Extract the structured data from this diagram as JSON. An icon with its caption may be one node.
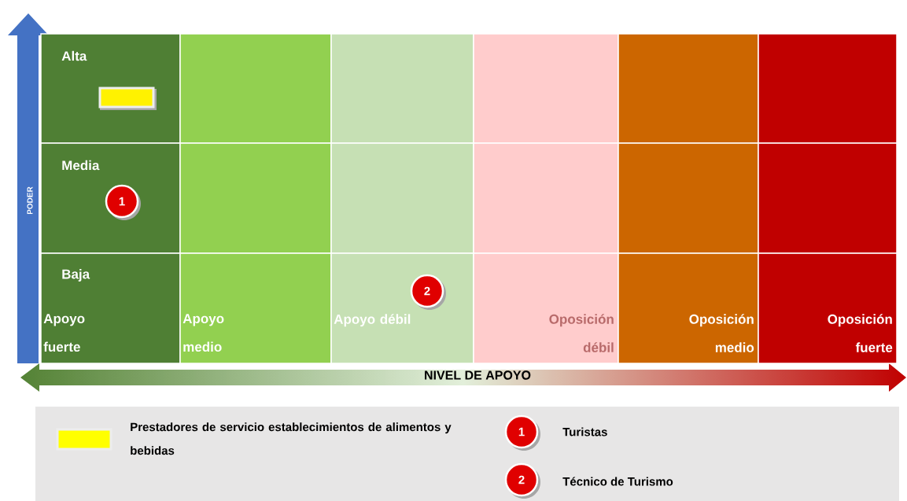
{
  "diagram": {
    "nodes": [
      {
        "text": [
          "Alta"
        ]
      },
      {
        "text": [],
        "shape": "box"
      },
      {
        "text": [],
        "shape": "box"
      },
      {
        "text": [],
        "shape": "box"
      },
      {
        "text": [],
        "shape": "box"
      },
      {
        "text": [],
        "shape": "box"
      },
      {
        "text": [
          "Media"
        ]
      },
      {
        "text": [],
        "shape": "box"
      },
      {
        "text": [],
        "shape": "box"
      },
      {
        "text": [],
        "shape": "box"
      },
      {
        "text": [],
        "shape": "box"
      },
      {
        "text": [],
        "shape": "box"
      },
      {
        "text": [
          "Baja",
          "Apoyo fuerte"
        ]
      },
      {
        "text": [
          "Apoyo medio"
        ]
      },
      {
        "text": [
          "Apoyo débil"
        ]
      },
      {
        "text": [
          "Oposición débil"
        ]
      },
      {
        "text": [
          "Oposición medio"
        ]
      },
      {
        "text": [
          "Oposición fuerte"
        ]
      },
      {
        "text": [],
        "shape": "box",
        "in": 0
      },
      {
        "text": [
          "1"
        ],
        "in": 6
      },
      {
        "text": [
          "2"
        ],
        "in": 14
      },
      {
        "text": [
          "1"
        ]
      },
      {
        "text": [
          "2"
        ]
      }
    ],
    "labels": [
      "PODER",
      "NIVEL DE APOYO"
    ],
    "legend": [
      {
        "text": "Prestadores de servicio establecimientos de alimentos y bebidas",
        "color": "#ffff00"
      },
      {
        "text": "Turistas"
      },
      {
        "text": "Técnico de Turismo"
      }
    ]
  }
}
